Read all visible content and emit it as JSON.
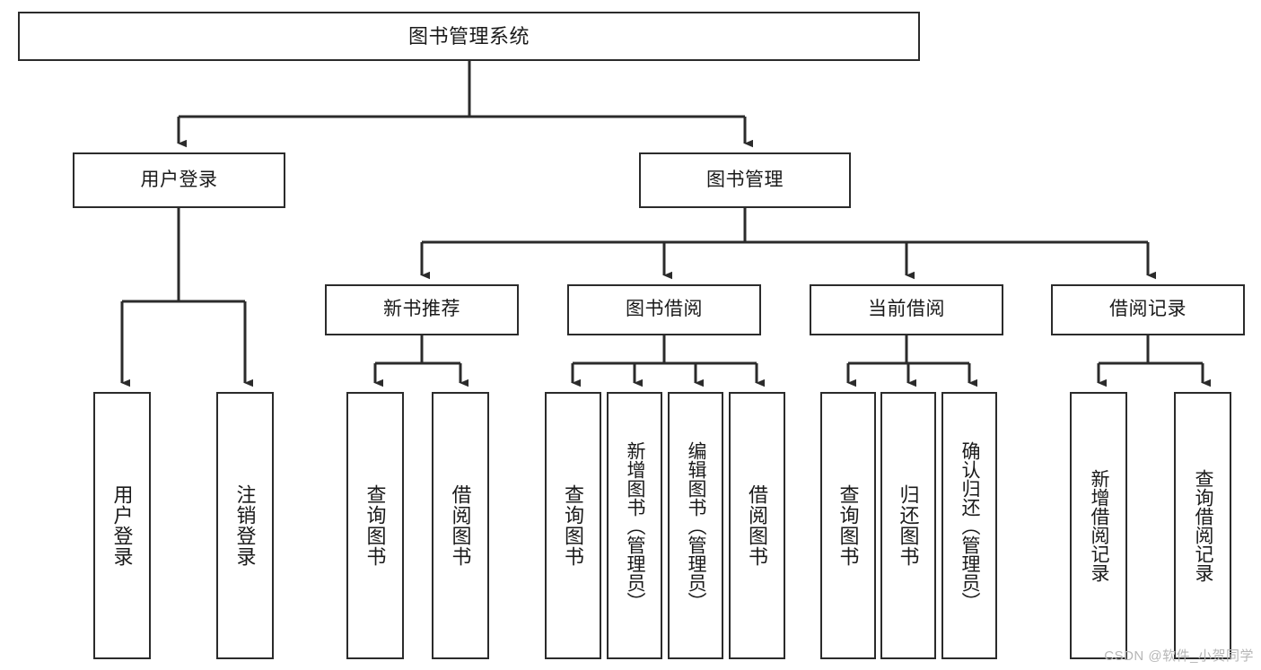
{
  "diagram": {
    "title": "图书管理系统",
    "type": "hierarchy-tree",
    "orientation": "top-down",
    "colors": {
      "node_border": "#2b2b2b",
      "node_fill": "#ffffff",
      "edge": "#2b2b2b",
      "text": "#1a1a1a",
      "watermark": "#b6b6b6",
      "background": "#ffffff"
    },
    "watermark": "CSDN @软件_小贺同学",
    "levels": {
      "root": "图书管理系统",
      "level1": [
        "用户登录",
        "图书管理"
      ],
      "level2": [
        "新书推荐",
        "图书借阅",
        "当前借阅",
        "借阅记录"
      ]
    },
    "nodes": {
      "root": {
        "label": "图书管理系统"
      },
      "user_login": {
        "label": "用户登录"
      },
      "book_manage": {
        "label": "图书管理"
      },
      "new_book_rec": {
        "label": "新书推荐"
      },
      "book_borrow": {
        "label": "图书借阅"
      },
      "current_borrow": {
        "label": "当前借阅"
      },
      "borrow_record": {
        "label": "借阅记录"
      },
      "leaf_user_login": {
        "label": "用户登录"
      },
      "leaf_logout": {
        "label": "注销登录"
      },
      "leaf_query_book_1": {
        "label": "查询图书"
      },
      "leaf_borrow_book_1": {
        "label": "借阅图书"
      },
      "leaf_query_book_2": {
        "label": "查询图书"
      },
      "leaf_add_book": {
        "label": "新增图书（管理员）"
      },
      "leaf_edit_book": {
        "label": "编辑图书（管理员）"
      },
      "leaf_borrow_book_2": {
        "label": "借阅图书"
      },
      "leaf_query_book_3": {
        "label": "查询图书"
      },
      "leaf_return_book": {
        "label": "归还图书"
      },
      "leaf_confirm_return": {
        "label": "确认归还（管理员）"
      },
      "leaf_add_record": {
        "label": "新增借阅记录"
      },
      "leaf_query_record": {
        "label": "查询借阅记录"
      }
    },
    "edges": [
      {
        "from": "root",
        "to": "user_login"
      },
      {
        "from": "root",
        "to": "book_manage"
      },
      {
        "from": "user_login",
        "to": "leaf_user_login"
      },
      {
        "from": "user_login",
        "to": "leaf_logout"
      },
      {
        "from": "book_manage",
        "to": "new_book_rec"
      },
      {
        "from": "book_manage",
        "to": "book_borrow"
      },
      {
        "from": "book_manage",
        "to": "current_borrow"
      },
      {
        "from": "book_manage",
        "to": "borrow_record"
      },
      {
        "from": "new_book_rec",
        "to": "leaf_query_book_1"
      },
      {
        "from": "new_book_rec",
        "to": "leaf_borrow_book_1"
      },
      {
        "from": "book_borrow",
        "to": "leaf_query_book_2"
      },
      {
        "from": "book_borrow",
        "to": "leaf_add_book"
      },
      {
        "from": "book_borrow",
        "to": "leaf_edit_book"
      },
      {
        "from": "book_borrow",
        "to": "leaf_borrow_book_2"
      },
      {
        "from": "current_borrow",
        "to": "leaf_query_book_3"
      },
      {
        "from": "current_borrow",
        "to": "leaf_return_book"
      },
      {
        "from": "current_borrow",
        "to": "leaf_confirm_return"
      },
      {
        "from": "borrow_record",
        "to": "leaf_add_record"
      },
      {
        "from": "borrow_record",
        "to": "leaf_query_record"
      }
    ]
  }
}
